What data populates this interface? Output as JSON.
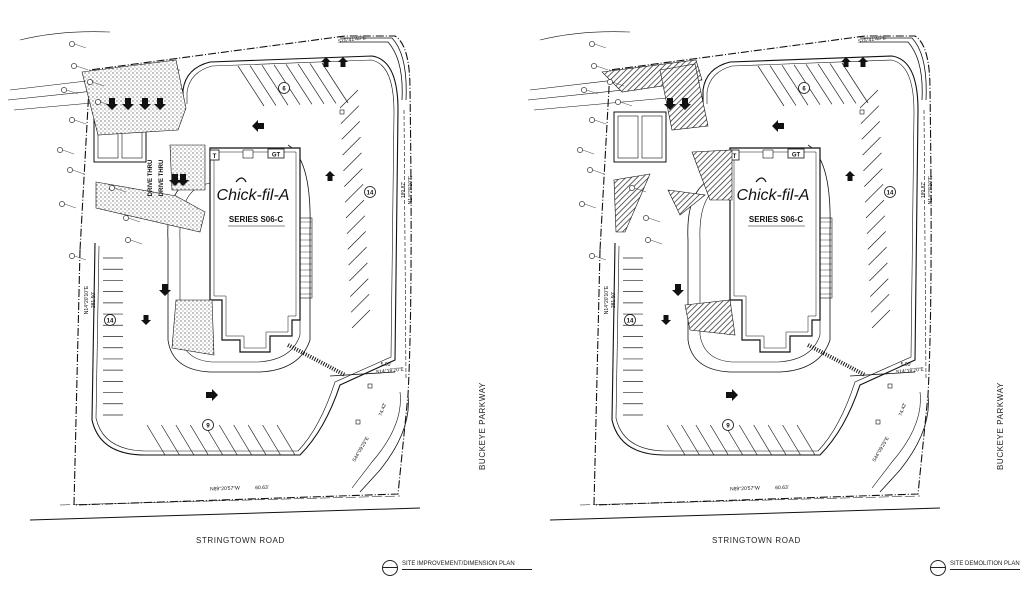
{
  "plans": [
    {
      "id": "left",
      "title": "SITE IMPROVEMENT/DIMENSION PLAN",
      "roads": {
        "bottom": "STRINGTOWN ROAD",
        "right": "BUCKEYE PARKWAY"
      },
      "building": {
        "series": "SERIES S06-C"
      },
      "parking_counts": [
        "6",
        "14",
        "14",
        "9"
      ],
      "bearings": [
        "S75°41'45\"E",
        "N14°20'10\"E",
        "N89°20'57\"W",
        "S44°09'25\"E",
        "S14°18'20\"E"
      ],
      "dims": [
        "281.50'",
        "189.87'",
        "60.63'",
        "74.42'",
        "5.00'"
      ]
    },
    {
      "id": "right",
      "title": "SITE DEMOLITION PLAN",
      "roads": {
        "bottom": "STRINGTOWN ROAD",
        "right": "BUCKEYE PARKWAY"
      },
      "building": {
        "series": "SERIES S06-C"
      },
      "parking_counts": [
        "6",
        "14",
        "14",
        "9"
      ],
      "bearings": [
        "S75°41'45\"E",
        "N14°20'10\"E",
        "N89°20'57\"W",
        "S44°09'25\"E",
        "S14°18'20\"E"
      ],
      "dims": [
        "281.50'",
        "189.87'",
        "60.63'",
        "74.42'",
        "5.00'"
      ]
    }
  ],
  "labels": {
    "brand": "Chick-fil-A",
    "drive_thru": "DRIVE THRU",
    "gt": "GT",
    "t": "T"
  }
}
